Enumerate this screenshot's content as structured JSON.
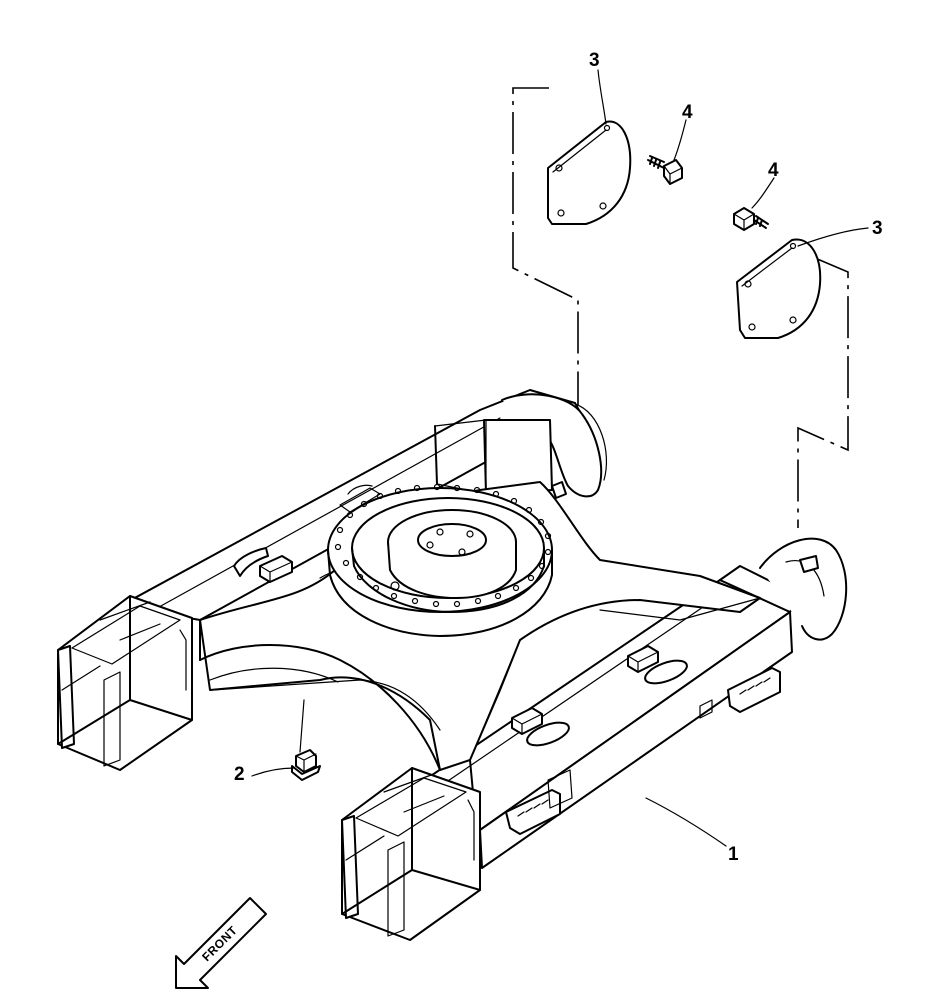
{
  "callouts": {
    "frame": "1",
    "plug": "2",
    "cover_top": "3",
    "cover_right": "3",
    "bolt_top": "4",
    "bolt_right": "4"
  },
  "direction_arrow": "FRONT"
}
